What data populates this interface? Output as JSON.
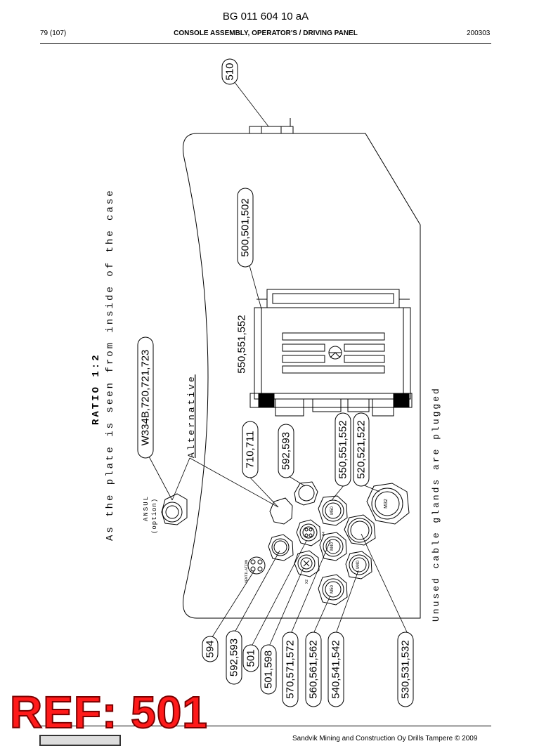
{
  "header": {
    "doc_id": "BG 011 604 10 aA",
    "page": "79 (107)",
    "section": "CONSOLE ASSEMBLY, OPERATOR'S / DRIVING PANEL",
    "date_code": "200303"
  },
  "notes": {
    "ratio": "RATIO 1:2",
    "view_note": "As the plate is seen from inside of the case",
    "alternative": "Alternative",
    "unused": "Unused cable glands are plugged",
    "ansul": "ANSUL",
    "option": "(option)",
    "ventilation": "VENTILATION"
  },
  "callouts": {
    "c510": "510",
    "c500": "500,501,502",
    "c550a": "550,551,552",
    "cW334B": "W334B,720,721,723",
    "c710": "710,711",
    "c592a": "592,593",
    "c550b": "550,551,552",
    "c520": "520,521,522",
    "c594": "594",
    "c592b": "592,593",
    "c501": "501",
    "c501b": "501,598",
    "c570": "570,571,572",
    "c560": "560,561,562",
    "c540": "540,541,542",
    "c530": "530,531,532"
  },
  "gland_labels": {
    "m32": "M32",
    "m50a": "M50",
    "m40a": "M40",
    "m40b": "M40",
    "m50b": "M50",
    "x4": "X4",
    "x2": "X2",
    "x1": "X1"
  },
  "stamp": "REF: 501",
  "footer": "Sandvik Mining and Construction Oy Drills Tampere © 2009"
}
